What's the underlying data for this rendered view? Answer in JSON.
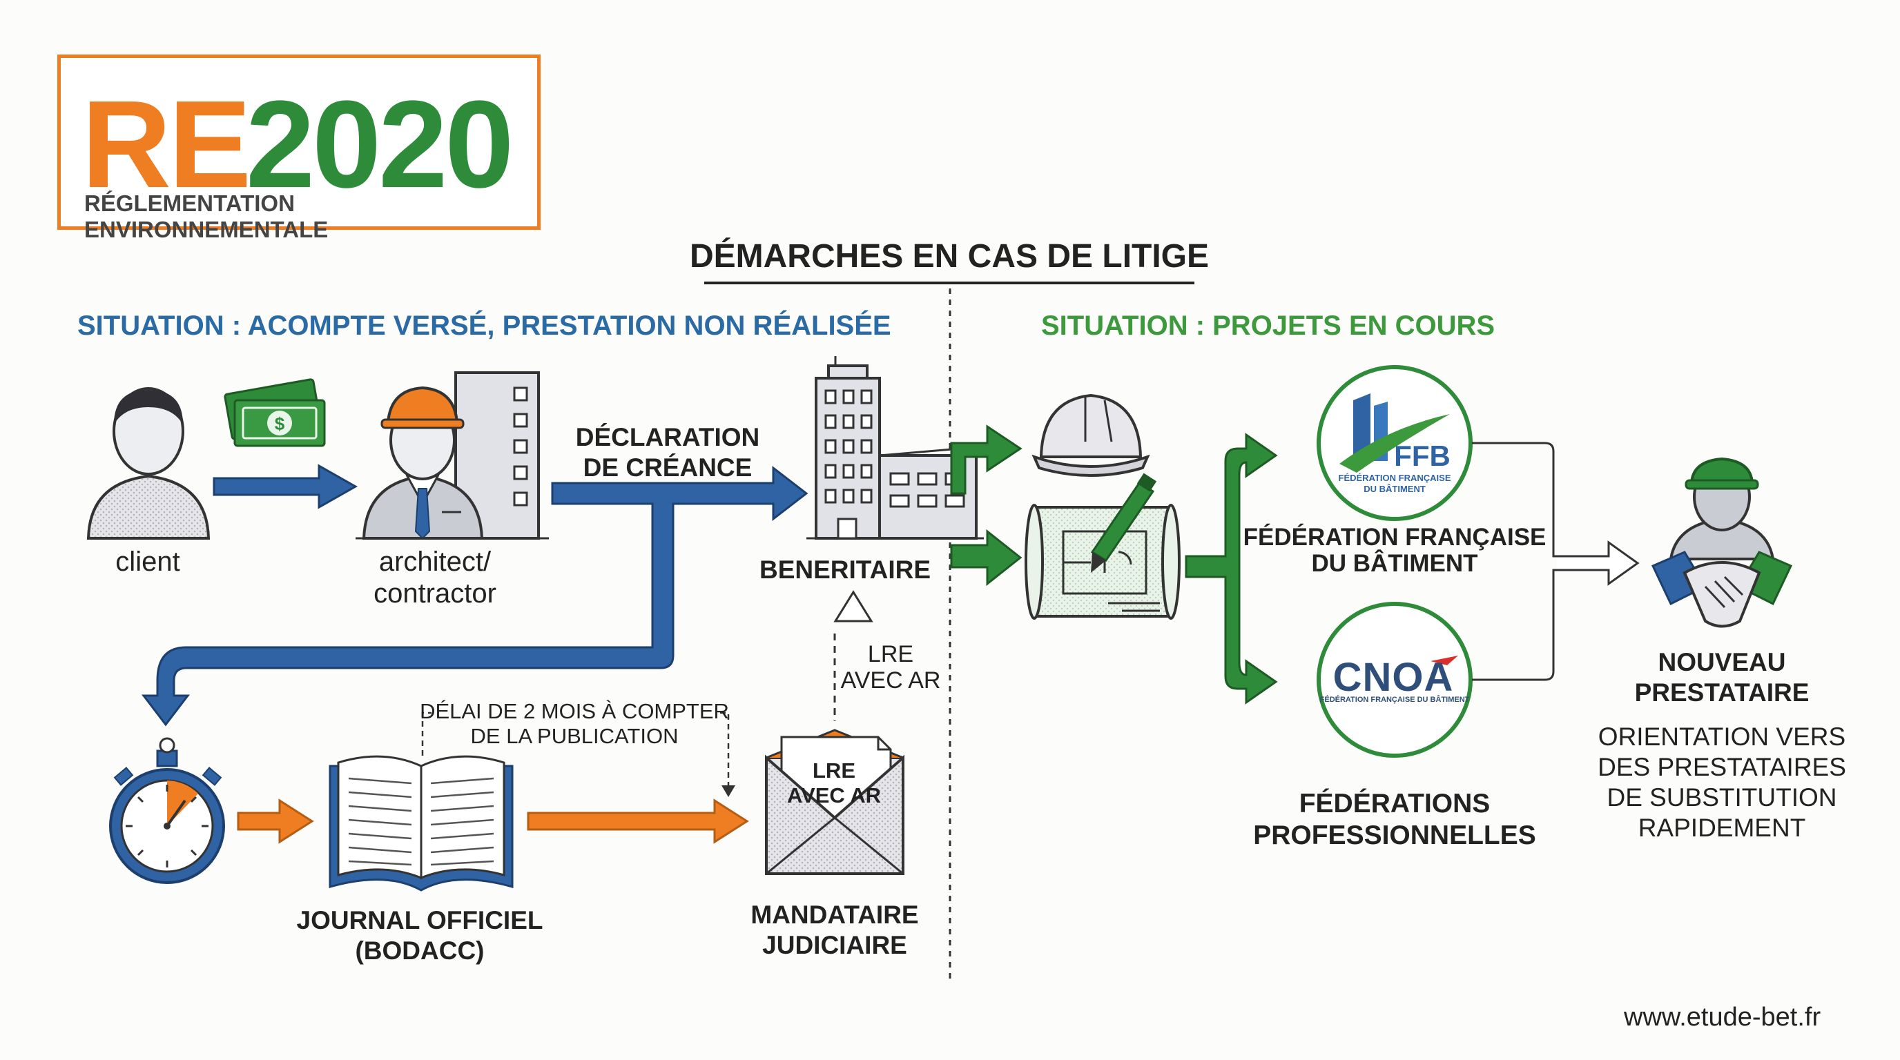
{
  "logo": {
    "re": "RE",
    "year": "2020",
    "subtitle": "RÉGLEMENTATION ENVIRONNEMENTALE"
  },
  "title": "DÉMARCHES EN CAS DE LITIGE",
  "left": {
    "heading": "SITUATION : ACOMPTE VERSÉ, PRESTATION NON RÉALISÉE",
    "client_label": "client",
    "architect_label_1": "architect/",
    "architect_label_2": "contractor",
    "declaration_1": "DÉCLARATION",
    "declaration_2": "DE CRÉANCE",
    "beneficiary_label": "BENERITAIRE",
    "lre_side_1": "LRE",
    "lre_side_2": "AVEC AR",
    "delay_1": "DÉLAI DE 2 MOIS À COMPTER",
    "delay_2": "DE LA PUBLICATION",
    "envelope_1": "LRE",
    "envelope_2": "AVEC AR",
    "journal_1": "JOURNAL OFFICIEL",
    "journal_2": "(BODACC)",
    "mandataire_1": "MANDATAIRE",
    "mandataire_2": "JUDICIAIRE"
  },
  "right": {
    "heading": "SITUATION : PROJETS EN COURS",
    "ffb_logo": "FFB",
    "ffb_logo_sub_1": "FÉDÉRATION FRANÇAISE",
    "ffb_logo_sub_2": "DU BÂTIMENT",
    "ffb_label_1": "FÉDÉRATION FRANÇAISE",
    "ffb_label_2": "DU BÂTIMENT",
    "cnoa_logo": "CNOA",
    "cnoa_logo_sub": "FÉDÉRATION FRANÇAISE DU BÂTIMENT",
    "federations_1": "FÉDÉRATIONS",
    "federations_2": "PROFESSIONNELLES",
    "nouveau_1": "NOUVEAU",
    "nouveau_2": "PRESTATAIRE",
    "orientation_1": "ORIENTATION VERS",
    "orientation_2": "DES PRESTATAIRES",
    "orientation_3": "DE SUBSTITUTION",
    "orientation_4": "RAPIDEMENT"
  },
  "footer": "www.etude-bet.fr",
  "colors": {
    "orange": "#ef7d22",
    "green": "#2e8b3a",
    "blue": "#2f63a3",
    "heading_blue": "#2a6aa5",
    "heading_green": "#3c9a3c"
  }
}
